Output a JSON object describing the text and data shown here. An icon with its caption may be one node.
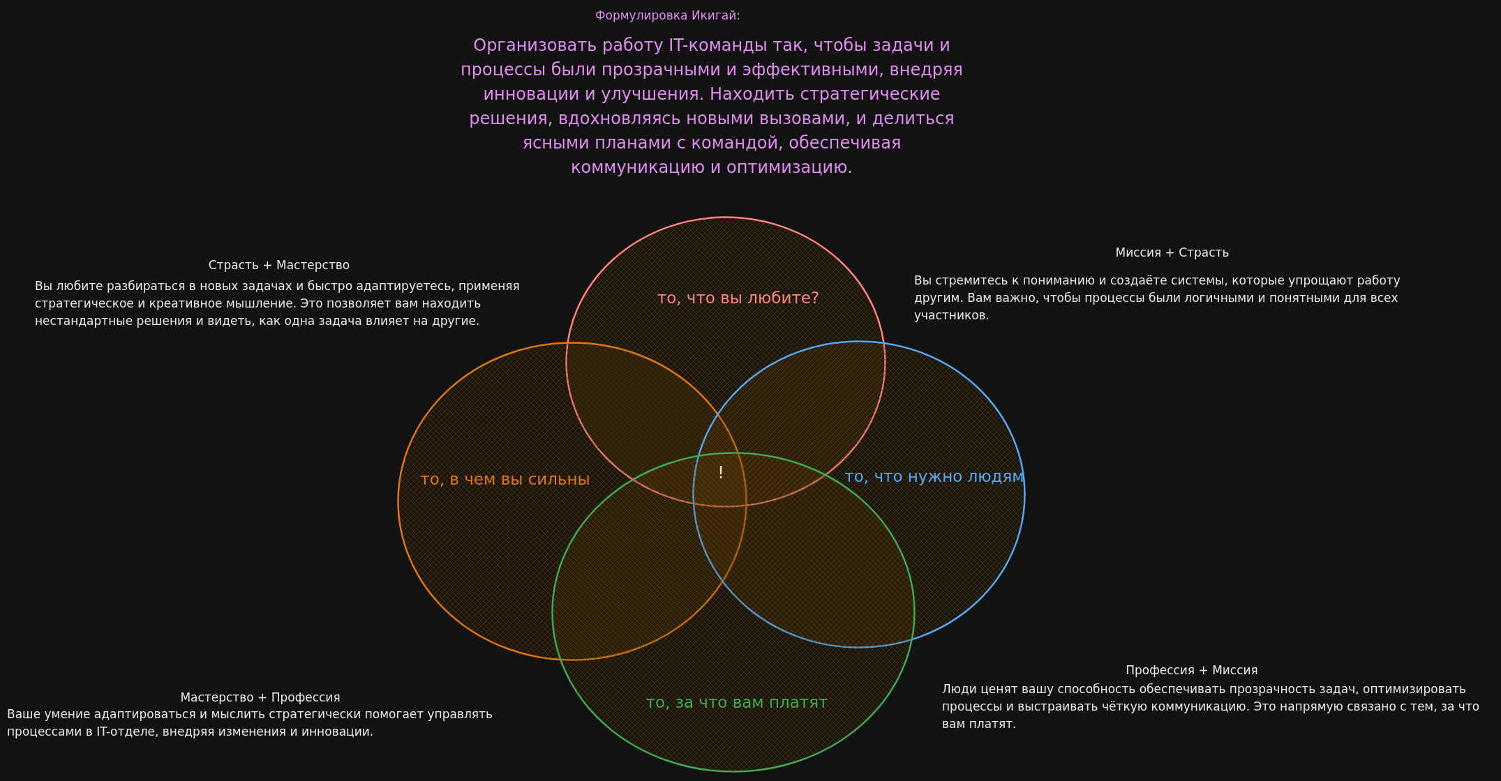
{
  "diagram": {
    "title": "Формулировка Икигай:",
    "nodes": [
      {
        "text": [
          "то, что вы любите?"
        ]
      },
      {
        "text": [
          "то, в чем вы сильны"
        ]
      },
      {
        "text": [
          "то, что нужно людям"
        ]
      },
      {
        "text": [
          "то, за что вам платят"
        ]
      }
    ],
    "edges": [],
    "labels": [
      "Организовать работу IT-команды так, чтобы задачи и процессы были прозрачными и эффективными, внедряя инновации и улучшения. Находить стратегические решения, вдохновляясь новыми вызовами, и делиться ясными планами с командой, обеспечивая коммуникацию и оптимизацию.",
      "Страсть + Мастерство",
      "Вы любите разбираться в новых задачах и быстро адаптируетесь, применяя стратегическое и креативное мышление. Это позволяет вам находить нестандартные решения и видеть, как одна задача влияет на другие.",
      "Миссия + Страсть",
      "Вы стремитесь к пониманию и создаёте системы, которые упрощают работу другим. Вам важно, чтобы процессы были логичными и понятными для всех участников.",
      "!",
      "Мастерство + Профессия",
      "Ваше умение адаптироваться и мыслить стратегически помогает управлять процессами в IT-отделе, внедряя изменения и инновации.",
      "Профессия + Миссия",
      "Люди ценят вашу способность обеспечивать прозрачность задач, оптимизировать процессы и выстраивать чёткую коммуникацию. Это напрямую связано с тем, за что вам платят."
    ]
  }
}
